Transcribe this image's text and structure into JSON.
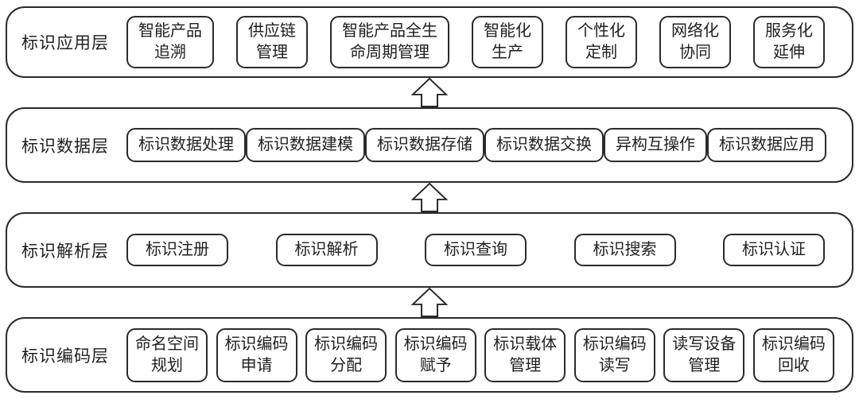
{
  "diagram": {
    "arrow_icon": "up-block-arrow",
    "colors": {
      "border": "#2b2b2b",
      "text": "#1f1f1f",
      "background": "#ffffff"
    },
    "layers": [
      {
        "id": "application",
        "label": "标识应用层",
        "boxes": [
          "智能产品\n追溯",
          "供应链\n管理",
          "智能产品全生\n命周期管理",
          "智能化\n生产",
          "个性化\n定制",
          "网络化\n协同",
          "服务化\n延伸"
        ]
      },
      {
        "id": "data",
        "label": "标识数据层",
        "boxes": [
          "标识数据处理",
          "标识数据建模",
          "标识数据存储",
          "标识数据交换",
          "异构互操作",
          "标识数据应用"
        ]
      },
      {
        "id": "resolution",
        "label": "标识解析层",
        "boxes": [
          "标识注册",
          "标识解析",
          "标识查询",
          "标识搜索",
          "标识认证"
        ]
      },
      {
        "id": "coding",
        "label": "标识编码层",
        "boxes": [
          "命名空间\n规划",
          "标识编码\n申请",
          "标识编码\n分配",
          "标识编码\n赋予",
          "标识载体\n管理",
          "标识编码\n读写",
          "读写设备\n管理",
          "标识编码\n回收"
        ]
      }
    ]
  }
}
